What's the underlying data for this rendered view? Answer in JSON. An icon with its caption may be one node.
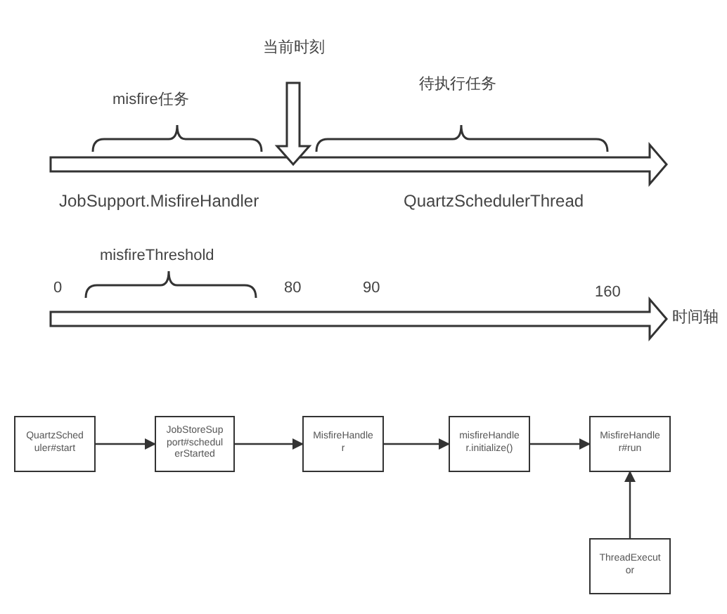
{
  "diagram": {
    "nodes": [
      {
        "text": [
          "QuartzScheduler#start"
        ]
      },
      {
        "text": [
          "JobStoreSupport#schedulerStarted"
        ]
      },
      {
        "text": [
          "MisfireHandler"
        ]
      },
      {
        "text": [
          "misfireHandler.initialize()"
        ]
      },
      {
        "text": [
          "MisfireHandler#run"
        ]
      },
      {
        "text": [
          "ThreadExecutor"
        ]
      }
    ],
    "edges": [
      {
        "from": 0,
        "to": 1,
        "arrow": "to"
      },
      {
        "from": 1,
        "to": 2,
        "arrow": "to"
      },
      {
        "from": 2,
        "to": 3,
        "arrow": "to"
      },
      {
        "from": 3,
        "to": 4,
        "arrow": "to"
      },
      {
        "from": 5,
        "to": 4,
        "arrow": "to"
      }
    ],
    "labels": [
      "当前时刻",
      "misfire任务",
      "待执行任务",
      "JobSupport.MisfireHandler",
      "QuartzSchedulerThread",
      "misfireThreshold",
      "0",
      "80",
      "90",
      "160",
      "时间轴"
    ]
  }
}
